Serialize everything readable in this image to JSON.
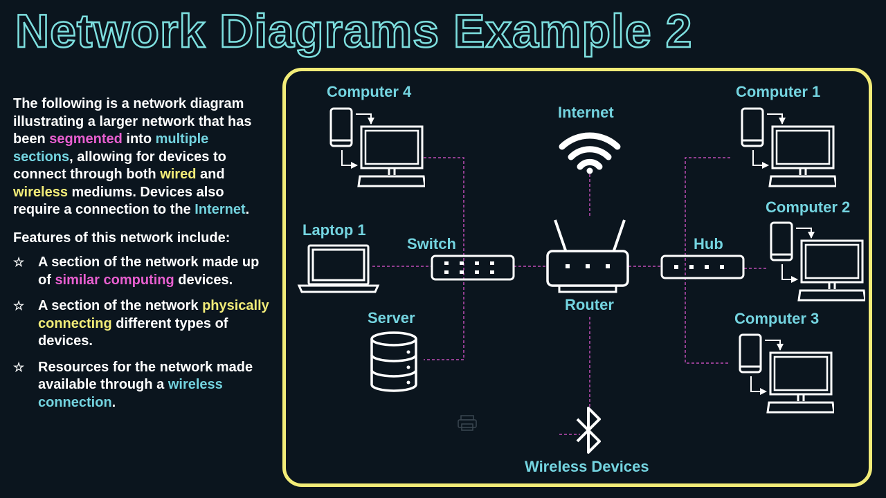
{
  "title": "Network Diagrams Example 2",
  "intro": {
    "p1": "The following is a network diagram illustrating a larger network that has been ",
    "segmented": "segmented",
    "p2": " into ",
    "multiple_sections": "multiple sections",
    "p3": ", allowing for devices to connect through both ",
    "wired": "wired",
    "p4": " and ",
    "wireless": "wireless",
    "p5": " mediums. Devices also require a connection to the ",
    "internet": "Internet",
    "p6": "."
  },
  "features_heading": "Features of this network include:",
  "bullets": [
    {
      "a": "A section of the network made up of ",
      "hl": "similar computing",
      "b": " devices."
    },
    {
      "a": "A section of the network ",
      "hl": "physically connecting",
      "b": " different types of devices."
    },
    {
      "a": "Resources for the network made available through a ",
      "hl": "wireless connection",
      "b": "."
    }
  ],
  "bullet_icon": "star-outline-icon",
  "diagram": {
    "labels": {
      "computer4": "Computer 4",
      "internet": "Internet",
      "computer1": "Computer 1",
      "computer2": "Computer 2",
      "laptop1": "Laptop 1",
      "switch": "Switch",
      "hub": "Hub",
      "router": "Router",
      "server": "Server",
      "computer3": "Computer 3",
      "wireless_devices": "Wireless Devices"
    }
  },
  "colors": {
    "background": "#0b151e",
    "title_outline": "#7ee0e0",
    "cyan": "#74d4e0",
    "pink": "#e85fd0",
    "yellow": "#f2ec78",
    "link_line": "#c04db5"
  }
}
